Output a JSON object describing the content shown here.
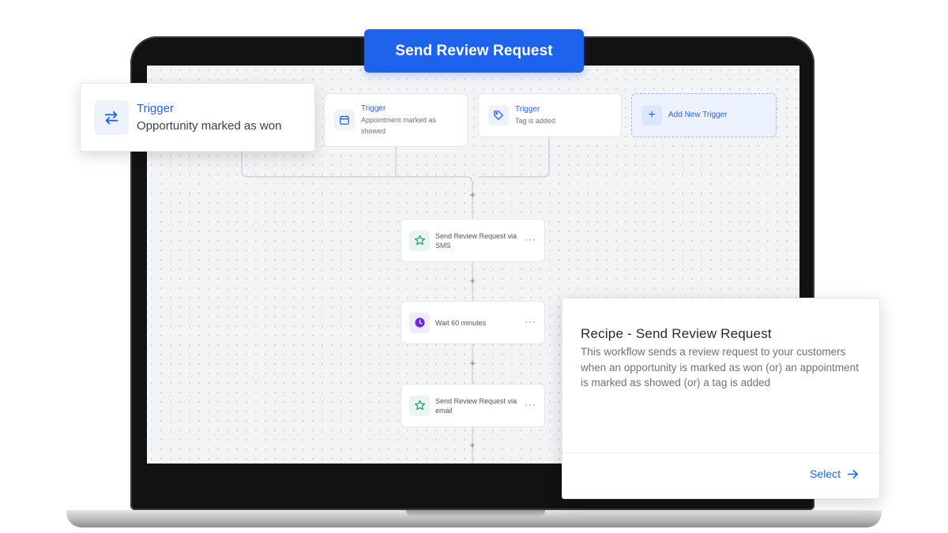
{
  "banner": {
    "title": "Send Review Request"
  },
  "floating_trigger": {
    "label": "Trigger",
    "description": "Opportunity marked as won",
    "icon": "arrows-swap-icon"
  },
  "triggers": [
    {
      "label": "Trigger",
      "description": "Appointment marked as showed",
      "icon": "calendar-icon"
    },
    {
      "label": "Trigger",
      "description": "Tag is added",
      "icon": "tag-icon"
    }
  ],
  "add_trigger": {
    "label": "Add New Trigger",
    "icon": "plus-icon"
  },
  "actions": [
    {
      "label": "Send Review Request via SMS",
      "icon": "star-review-icon",
      "menu": "···"
    },
    {
      "label": "Wait 60 minutes",
      "icon": "clock-icon",
      "menu": "···"
    },
    {
      "label": "Send Review Request via email",
      "icon": "star-review-icon",
      "menu": "···"
    }
  ],
  "add_step_symbol": "+",
  "recipe": {
    "title": "Recipe - Send Review Request",
    "description": "This workflow sends a review request to your customers when an opportunity is marked as won (or) an appointment is marked as showed (or) a tag is added",
    "select_label": "Select"
  },
  "colors": {
    "accent": "#1d63ec",
    "trigger_label": "#2563eb",
    "review_icon": "#22a06b",
    "wait_icon": "#6d28d9"
  }
}
